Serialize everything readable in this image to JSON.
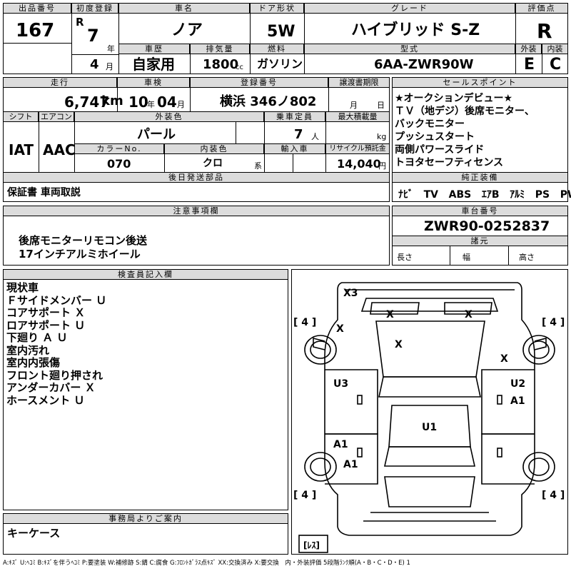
{
  "labels": {
    "lot_no": "出品番号",
    "first_reg": "初度登録",
    "car_name": "車名",
    "door": "ドア形状",
    "grade": "グレード",
    "score": "評価点",
    "reg_unit_year": "年",
    "reg_unit_month": "月",
    "history": "車歴",
    "displacement": "排気量",
    "fuel": "燃料",
    "model_code": "型式",
    "exterior": "外装",
    "interior": "内装",
    "mileage": "走行",
    "inspection": "車検",
    "plate": "登録番号",
    "transfer": "譲渡書期限",
    "sales_points": "セールスポイント",
    "shift": "シフト",
    "aircon": "エアコン",
    "ext_color": "外装色",
    "capacity": "乗車定員",
    "max_load": "最大積載量",
    "color_no": "カラーNo.",
    "int_color": "内装色",
    "import": "輸入車",
    "recycle": "リサイクル預託金",
    "later_parts": "後日発送部品",
    "equipment": "純正装備",
    "notes": "注意事項欄",
    "chassis_no": "車台番号",
    "specs": "諸元",
    "length": "長さ",
    "width": "幅",
    "height": "高さ",
    "inspector": "検査員記入欄",
    "office": "事務局よりご案内"
  },
  "lot_no": "167",
  "first_reg": {
    "era": "R",
    "year": "7",
    "month": "4"
  },
  "car_name": "ノア",
  "door": "5W",
  "grade": "ハイブリッド S-Z",
  "score": {
    "overall": "R",
    "exterior": "E",
    "interior": "C"
  },
  "history": "自家用",
  "displacement": {
    "value": "1800",
    "unit": "cc"
  },
  "fuel": "ガソリン",
  "model_code": "6AA-ZWR90W",
  "mileage": {
    "value": "6,747",
    "unit": "km"
  },
  "inspection": {
    "year": "10",
    "year_unit": "年",
    "month": "04",
    "month_unit": "月"
  },
  "plate": "横浜 346ノ802",
  "transfer": {
    "month_unit": "月",
    "day_unit": "日"
  },
  "sales_points": [
    "★オークションデビュー★",
    "ＴＶ（地デジ）後席モニター、",
    "バックモニター",
    "プッシュスタート",
    "両側パワースライド",
    "トヨタセーフティセンス"
  ],
  "shift": "IAT",
  "aircon": "AAC",
  "ext_color": "パール",
  "capacity": {
    "value": "7",
    "unit": "人"
  },
  "max_load": {
    "unit": "kg"
  },
  "color_no": "070",
  "int_color": {
    "value": "クロ",
    "suffix": "系"
  },
  "recycle": {
    "value": "14,040",
    "unit": "円"
  },
  "later_parts": "保証書 車両取説",
  "equipment": [
    "ﾅﾋﾞ",
    "TV",
    "ABS",
    "ｴｱB",
    "ｱﾙﾐ",
    "PS",
    "PW"
  ],
  "notes": [
    "後席モニターリモコン後送",
    "17インチアルミホイール"
  ],
  "chassis_no": "ZWR90-0252837",
  "inspector_notes": [
    "現状車",
    "Ｆサイドメンバー Ｕ",
    "コアサポート Ｘ",
    "ロアサポート Ｕ",
    "下廻り Ａ Ｕ",
    "室内汚れ",
    "室内内張傷",
    "フロント廻り押され",
    "アンダーカバー Ｘ",
    "ホースメント Ｕ"
  ],
  "office": "キーケース",
  "diagram": {
    "marks": [
      "X3",
      "X",
      "X",
      "X",
      "X",
      "X",
      "U3",
      "U2",
      "A1",
      "U1",
      "A1",
      "A1"
    ],
    "tires": [
      "[ 4 ]",
      "[ 4 ]",
      "[ 4 ]",
      "[ 4 ]"
    ],
    "spare": "[ﾚｽ]"
  },
  "legend": "A:ｷｽﾞ U:ﾍｺﾐ B:ｷｽﾞを伴うﾍｺﾐ P:要塗装 W:補修跡 S:錆 C:腐食 G:ﾌﾛﾝﾄｶﾞﾗｽ点ｷｽﾞ XX:交換済み X:要交換　内・外装評価 5段階ﾗﾝｸ順(A・B・C・D・E) 1"
}
